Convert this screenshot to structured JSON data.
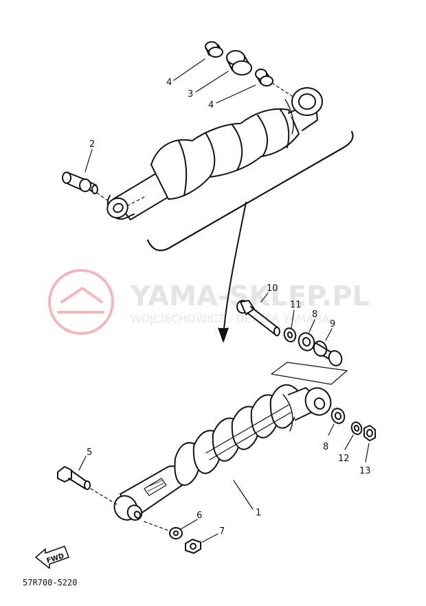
{
  "watermark": {
    "brand": "YAMA-SKLEP.PL",
    "dealer": "WOJCIECHOWICZ - DEALER YAMAHA",
    "logo_color": "#f4b6b6"
  },
  "callouts": {
    "p1": "1",
    "p2": "2",
    "p3": "3",
    "p4a": "4",
    "p4b": "4",
    "p5": "5",
    "p6": "6",
    "p7": "7",
    "p8a": "8",
    "p8b": "8",
    "p9": "9",
    "p10": "10",
    "p11": "11",
    "p12": "12",
    "p13": "13"
  },
  "fwd_label": "FWD",
  "diagram_code": "57R700-5220"
}
